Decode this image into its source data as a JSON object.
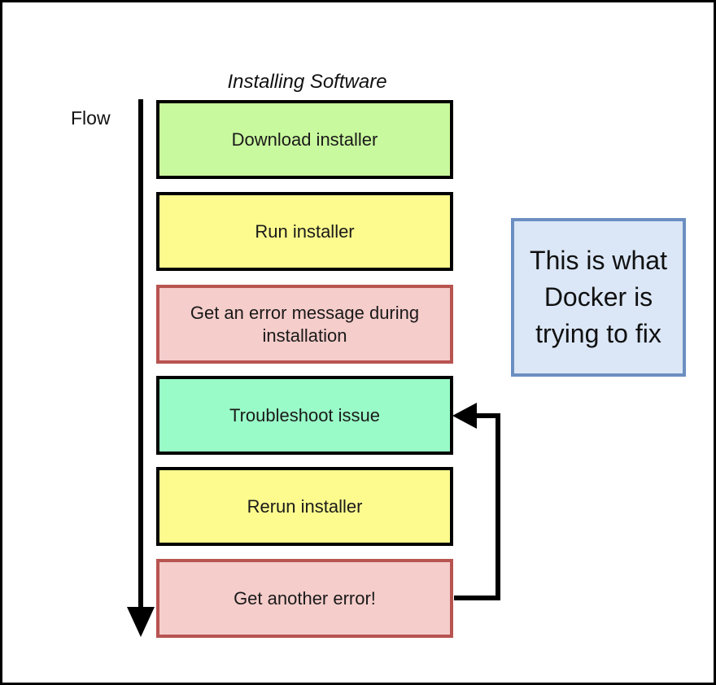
{
  "diagram": {
    "title": "Installing Software",
    "flow_label": "Flow",
    "boxes": [
      {
        "label": "Download installer",
        "fill": "#c9f99e",
        "border": "#000000"
      },
      {
        "label": "Run installer",
        "fill": "#fdfb8e",
        "border": "#000000"
      },
      {
        "label": "Get an error message during installation",
        "fill": "#f5cdcb",
        "border": "#b85450"
      },
      {
        "label": "Troubleshoot issue",
        "fill": "#99fcc8",
        "border": "#000000"
      },
      {
        "label": "Rerun installer",
        "fill": "#fdfb8e",
        "border": "#000000"
      },
      {
        "label": "Get another error!",
        "fill": "#f5cdcb",
        "border": "#b85450"
      }
    ],
    "annotation": {
      "text": "This is what Docker is trying to fix",
      "fill": "#dbe7f7",
      "border": "#6c8fc1"
    },
    "colors": {
      "arrow": "#000000",
      "frame": "#000000",
      "background": "#ffffff",
      "text": "#1a1a1a"
    }
  }
}
